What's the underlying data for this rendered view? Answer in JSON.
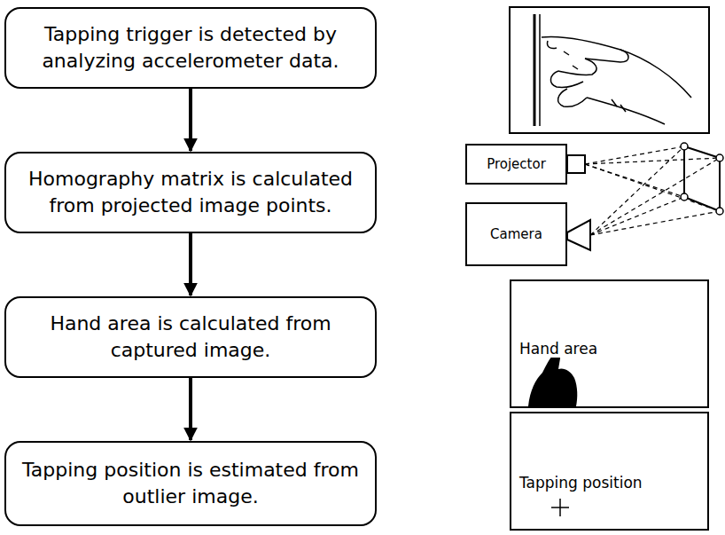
{
  "diagram": {
    "nodes": [
      {
        "text": [
          "Tapping trigger is detected by analyzing accelerometer data."
        ]
      },
      {
        "text": [
          "Homography matrix is calculated from projected image points."
        ]
      },
      {
        "text": [
          "Hand area is calculated from captured image."
        ]
      },
      {
        "text": [
          "Tapping position is estimated from outlier image."
        ]
      },
      {
        "text": [
          "Projector"
        ]
      },
      {
        "text": [
          "Camera"
        ]
      },
      {
        "text": [
          "Hand area"
        ]
      },
      {
        "text": [
          "Tapping position"
        ]
      }
    ],
    "edges": [
      {
        "from": 0,
        "to": 1,
        "arrow": "to"
      },
      {
        "from": 1,
        "to": 2,
        "arrow": "to"
      },
      {
        "from": 2,
        "to": 3,
        "arrow": "to"
      }
    ]
  }
}
